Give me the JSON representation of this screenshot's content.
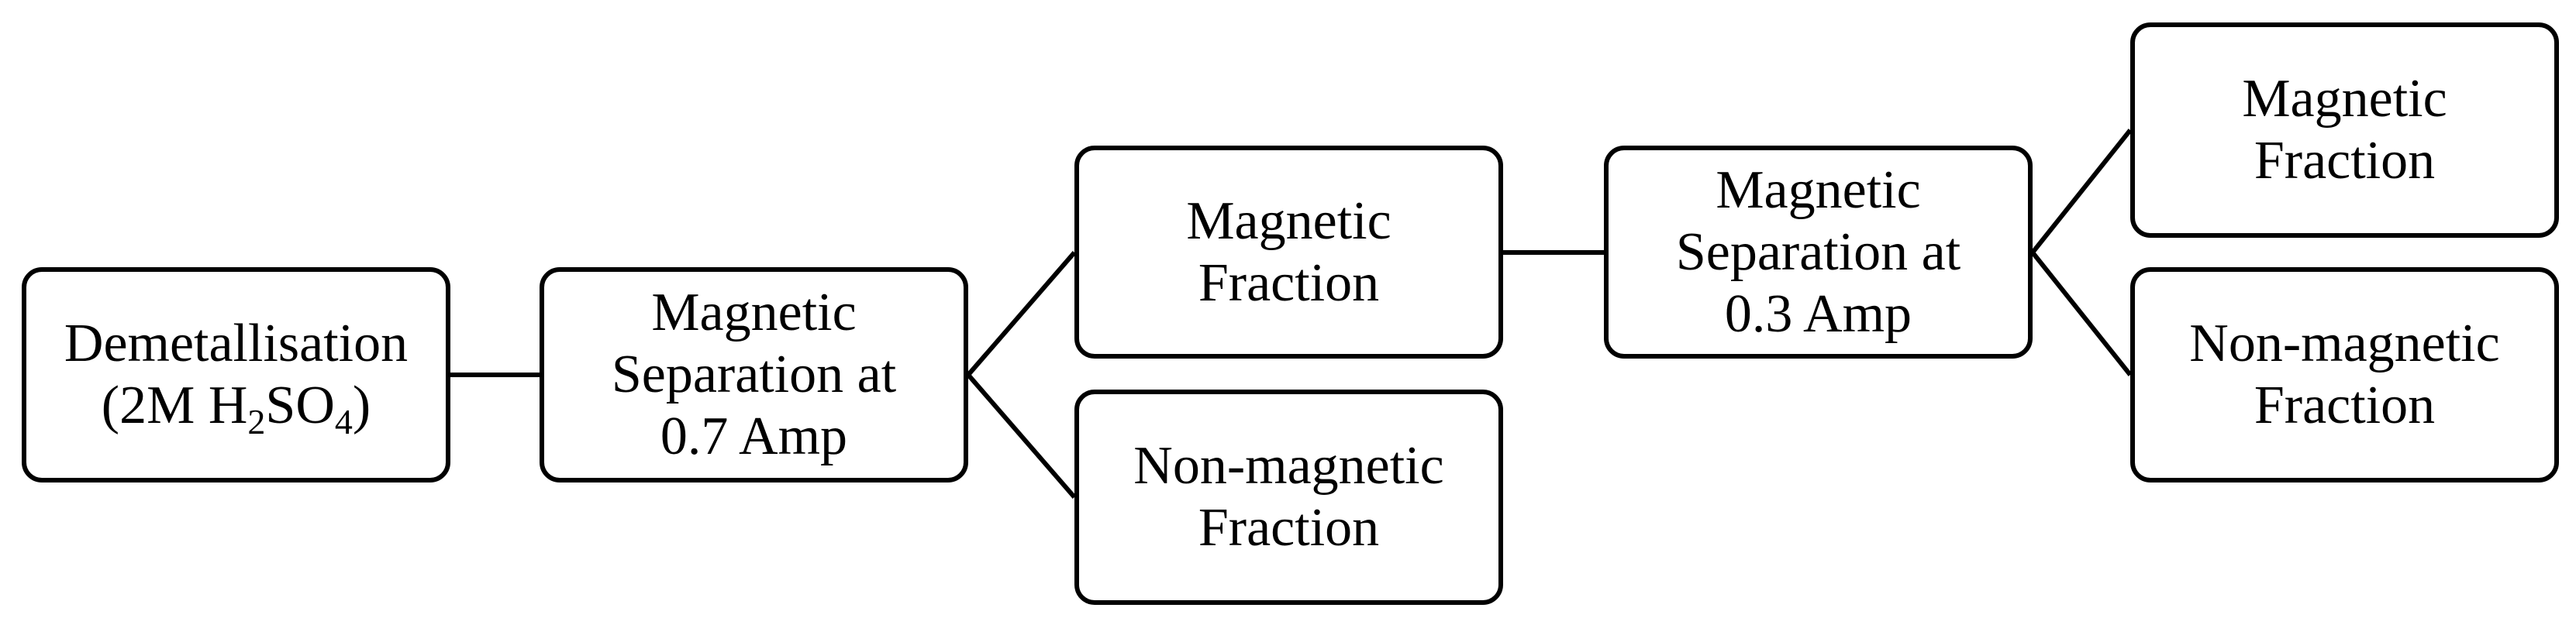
{
  "nodes": {
    "demetallisation": {
      "line1": "Demetallisation",
      "line2": {
        "prefix": "(2M H",
        "sub1": "2",
        "middle": "SO",
        "sub2": "4",
        "suffix": ")"
      }
    },
    "separation_07": {
      "lines": [
        "Magnetic",
        "Separation at",
        "0.7 Amp"
      ]
    },
    "magnetic_fraction_1": {
      "lines": [
        "Magnetic",
        "Fraction"
      ]
    },
    "non_magnetic_fraction_1": {
      "lines": [
        "Non-magnetic",
        "Fraction"
      ]
    },
    "separation_03": {
      "lines": [
        "Magnetic",
        "Separation at",
        "0.3 Amp"
      ]
    },
    "magnetic_fraction_2": {
      "lines": [
        "Magnetic",
        "Fraction"
      ]
    },
    "non_magnetic_fraction_2": {
      "lines": [
        "Non-magnetic",
        "Fraction"
      ]
    }
  },
  "style": {
    "line_color": "#000000",
    "box_fill": "#ffffff",
    "text_color": "#000000"
  }
}
